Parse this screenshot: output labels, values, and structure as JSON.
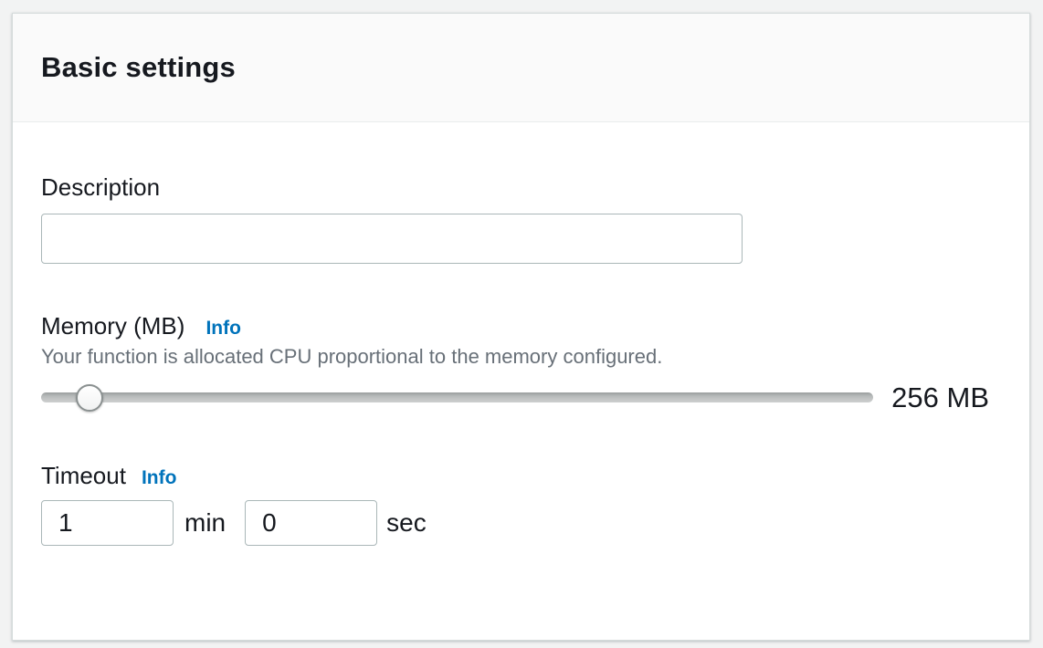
{
  "panel": {
    "title": "Basic settings"
  },
  "description": {
    "label": "Description",
    "value": ""
  },
  "memory": {
    "label": "Memory (MB)",
    "info_label": "Info",
    "helper": "Your function is allocated CPU proportional to the memory configured.",
    "value_display": "256 MB",
    "slider_percent": 5.8,
    "slider_thumb_left": "calc(5.8% - 15px)"
  },
  "timeout": {
    "label": "Timeout",
    "info_label": "Info",
    "minutes_value": "1",
    "minutes_unit": "min",
    "seconds_value": "0",
    "seconds_unit": "sec"
  },
  "colors": {
    "accent_link_blue": "#0073bb",
    "label_text": "#16191f",
    "helper_text": "#687078",
    "input_border": "#aab7b8",
    "header_bg": "#fafafa",
    "card_bg": "#ffffff",
    "page_bg": "#f2f3f3",
    "divider": "#eaeded"
  }
}
